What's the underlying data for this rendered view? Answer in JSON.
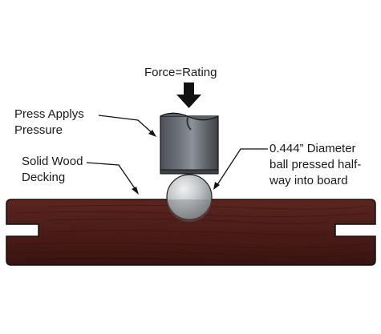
{
  "labels": {
    "force": "Force=Rating",
    "press": [
      "Press Applys",
      "Pressure"
    ],
    "wood": [
      "Solid Wood",
      "Decking"
    ],
    "ball": [
      "0.444” Diameter",
      "ball pressed half-",
      "way into board"
    ]
  },
  "colors": {
    "wood_dark": "#3a1412",
    "wood_mid": "#4c1d1a",
    "wood_light": "#5e2722",
    "press_dark": "#4f545b",
    "press_light": "#8a9098",
    "ball_light": "#d8dadc",
    "ball_dark": "#8a8d90",
    "outline": "#111111"
  },
  "icons": [
    "down-arrow-icon"
  ]
}
